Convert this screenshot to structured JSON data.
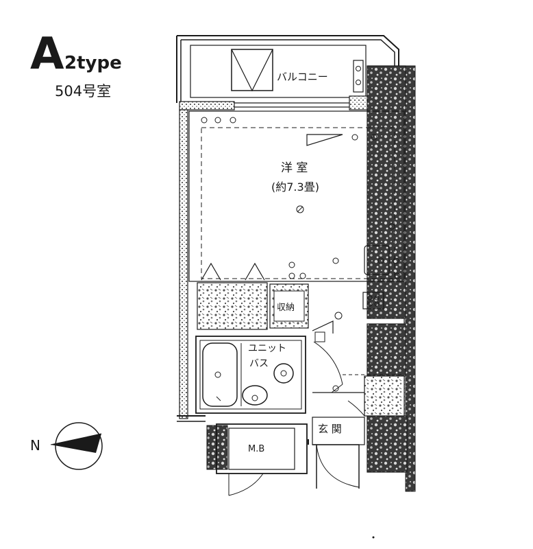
{
  "header": {
    "type_letter": "A",
    "type_suffix": "2type",
    "room_number": "504号室"
  },
  "rooms": {
    "balcony": "バルコニー",
    "western_room": "洋 室",
    "western_room_size": "(約7.3畳)",
    "storage": "収納",
    "unit_bath": "ユニット",
    "unit_bath_2": "バス",
    "entrance": "玄 関",
    "meter_box": "M.B"
  },
  "compass": {
    "north_label": "N"
  },
  "colors": {
    "ink": "#1a1a1a",
    "hatch_dark": "#2b2b2b",
    "background": "#ffffff"
  }
}
